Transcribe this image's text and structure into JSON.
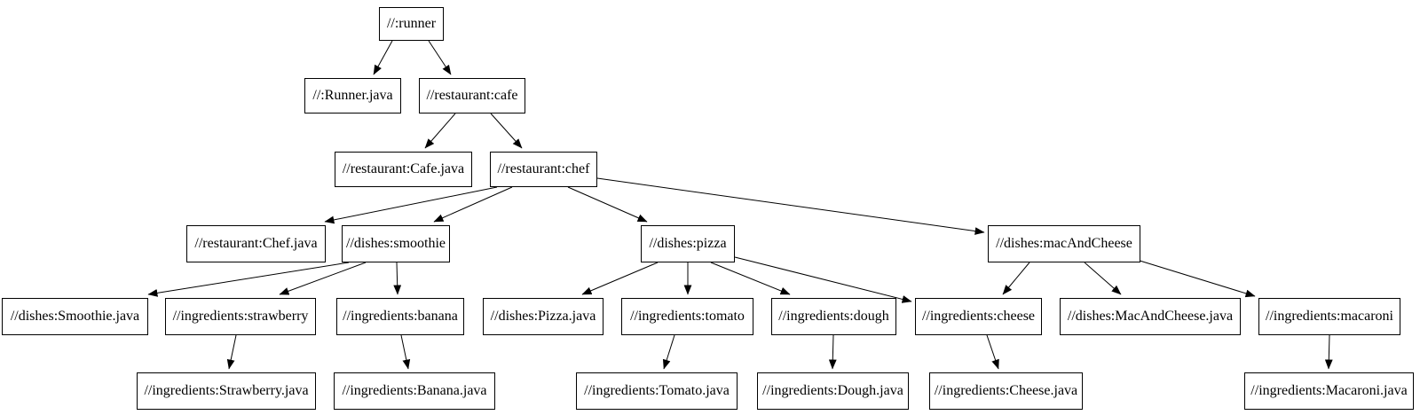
{
  "graph": {
    "colors": {
      "background": "#ffffff",
      "node_fill": "#ffffff",
      "node_border": "#000000",
      "edge": "#000000",
      "text": "#000000"
    },
    "nodes": {
      "runner": "//:runner",
      "runner_java": "//:Runner.java",
      "cafe": "//restaurant:cafe",
      "cafe_java": "//restaurant:Cafe.java",
      "chef": "//restaurant:chef",
      "chef_java": "//restaurant:Chef.java",
      "smoothie": "//dishes:smoothie",
      "pizza": "//dishes:pizza",
      "macandcheese": "//dishes:macAndCheese",
      "smoothie_java": "//dishes:Smoothie.java",
      "strawberry": "//ingredients:strawberry",
      "banana": "//ingredients:banana",
      "pizza_java": "//dishes:Pizza.java",
      "tomato": "//ingredients:tomato",
      "dough": "//ingredients:dough",
      "cheese": "//ingredients:cheese",
      "macandcheese_java": "//dishes:MacAndCheese.java",
      "macaroni": "//ingredients:macaroni",
      "strawberry_java": "//ingredients:Strawberry.java",
      "banana_java": "//ingredients:Banana.java",
      "tomato_java": "//ingredients:Tomato.java",
      "dough_java": "//ingredients:Dough.java",
      "cheese_java": "//ingredients:Cheese.java",
      "macaroni_java": "//ingredients:Macaroni.java"
    },
    "edges": [
      {
        "from": "//:runner",
        "to": "//:Runner.java"
      },
      {
        "from": "//:runner",
        "to": "//restaurant:cafe"
      },
      {
        "from": "//restaurant:cafe",
        "to": "//restaurant:Cafe.java"
      },
      {
        "from": "//restaurant:cafe",
        "to": "//restaurant:chef"
      },
      {
        "from": "//restaurant:chef",
        "to": "//restaurant:Chef.java"
      },
      {
        "from": "//restaurant:chef",
        "to": "//dishes:smoothie"
      },
      {
        "from": "//restaurant:chef",
        "to": "//dishes:pizza"
      },
      {
        "from": "//restaurant:chef",
        "to": "//dishes:macAndCheese"
      },
      {
        "from": "//dishes:smoothie",
        "to": "//dishes:Smoothie.java"
      },
      {
        "from": "//dishes:smoothie",
        "to": "//ingredients:strawberry"
      },
      {
        "from": "//dishes:smoothie",
        "to": "//ingredients:banana"
      },
      {
        "from": "//dishes:pizza",
        "to": "//dishes:Pizza.java"
      },
      {
        "from": "//dishes:pizza",
        "to": "//ingredients:tomato"
      },
      {
        "from": "//dishes:pizza",
        "to": "//ingredients:dough"
      },
      {
        "from": "//dishes:pizza",
        "to": "//ingredients:cheese"
      },
      {
        "from": "//dishes:macAndCheese",
        "to": "//ingredients:cheese"
      },
      {
        "from": "//dishes:macAndCheese",
        "to": "//dishes:MacAndCheese.java"
      },
      {
        "from": "//dishes:macAndCheese",
        "to": "//ingredients:macaroni"
      },
      {
        "from": "//ingredients:strawberry",
        "to": "//ingredients:Strawberry.java"
      },
      {
        "from": "//ingredients:banana",
        "to": "//ingredients:Banana.java"
      },
      {
        "from": "//ingredients:tomato",
        "to": "//ingredients:Tomato.java"
      },
      {
        "from": "//ingredients:dough",
        "to": "//ingredients:Dough.java"
      },
      {
        "from": "//ingredients:cheese",
        "to": "//ingredients:Cheese.java"
      },
      {
        "from": "//ingredients:macaroni",
        "to": "//ingredients:Macaroni.java"
      }
    ]
  }
}
